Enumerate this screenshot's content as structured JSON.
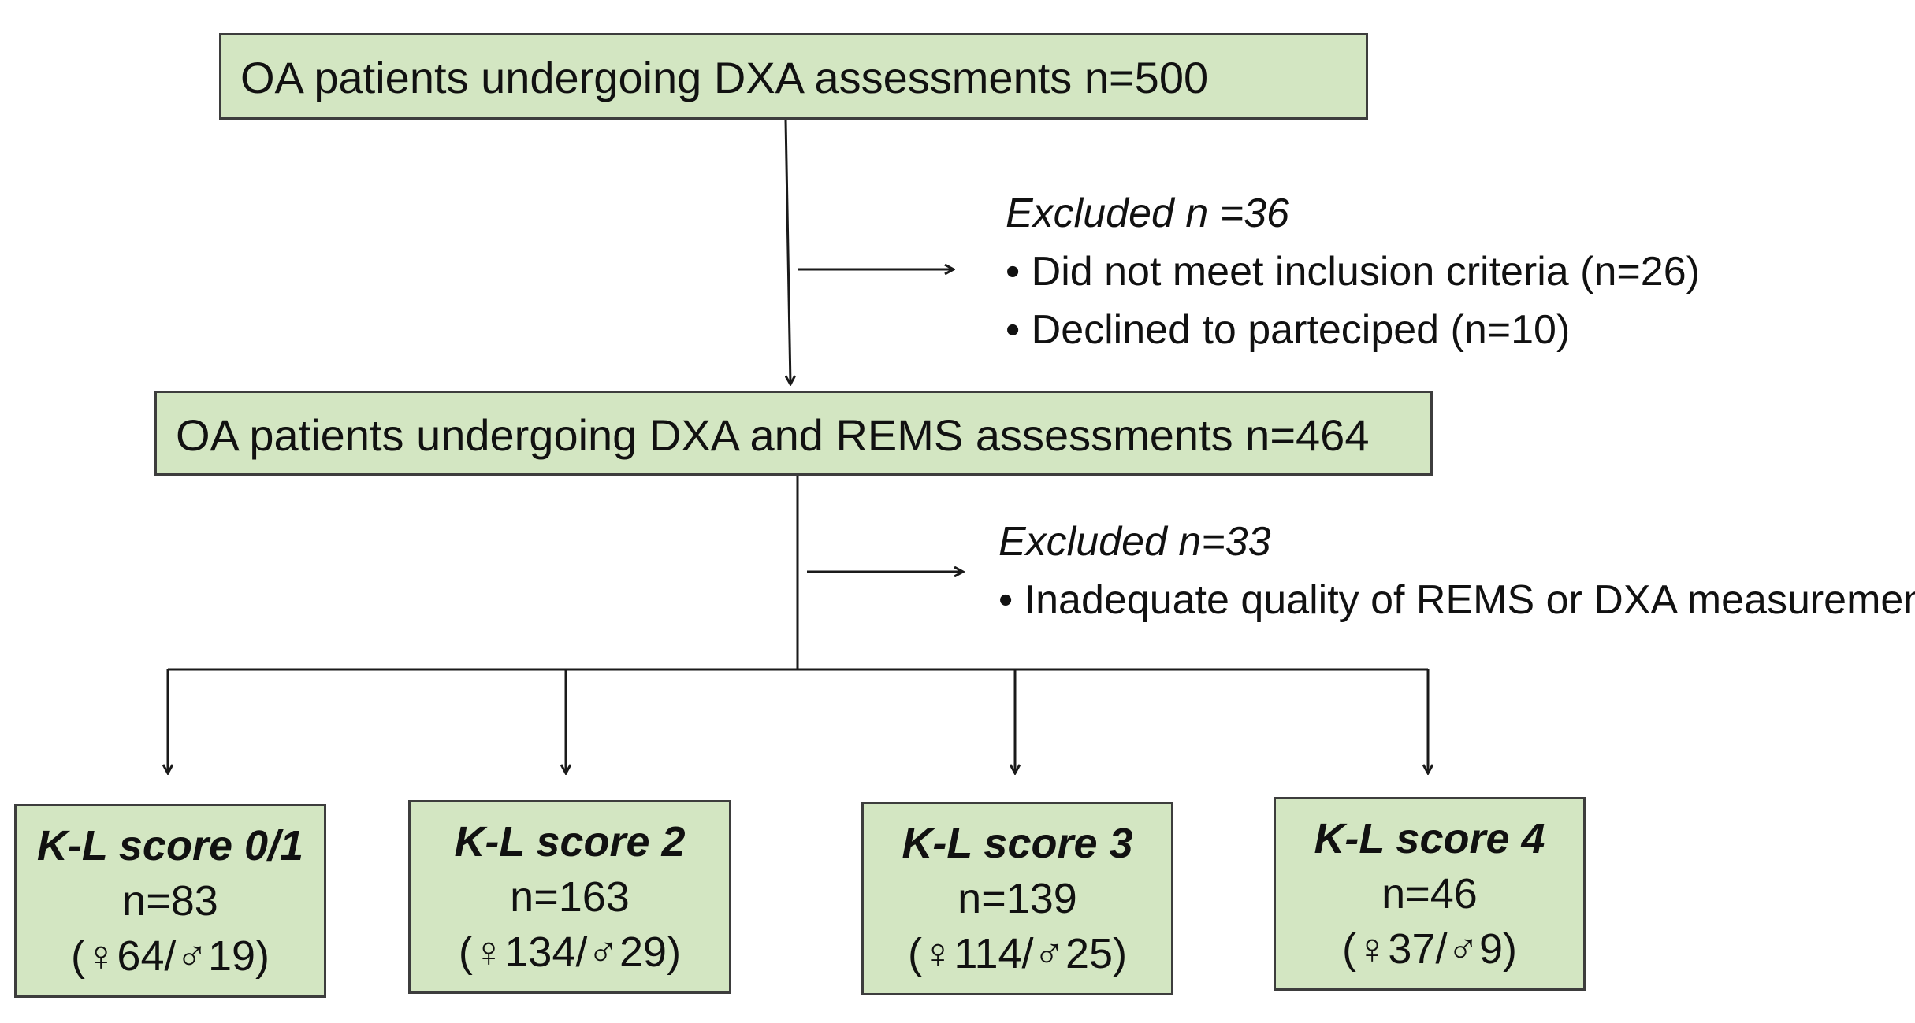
{
  "top_box": {
    "text": "OA patients undergoing DXA assessments n=500"
  },
  "mid_box": {
    "text": "OA patients undergoing DXA and REMS assessments n=464"
  },
  "exclusion_1": {
    "title": "Excluded n =36",
    "items": [
      "• Did not meet inclusion criteria (n=26)",
      "• Declined to parteciped (n=10)"
    ]
  },
  "exclusion_2": {
    "title": "Excluded n=33",
    "items": [
      "• Inadequate quality of REMS or DXA measurements"
    ]
  },
  "groups": [
    {
      "title": "K-L score 0/1",
      "n": "n=83",
      "sex": "(♀64/♂19)"
    },
    {
      "title": "K-L score 2",
      "n": "n=163",
      "sex": "(♀134/♂29)"
    },
    {
      "title": "K-L score 3",
      "n": "n=139",
      "sex": "(♀114/♂25)"
    },
    {
      "title": "K-L score 4",
      "n": "n=46",
      "sex": "(♀37/♂9)"
    }
  ],
  "colors": {
    "box_fill": "#d3e6c2",
    "box_border": "#3d3d3d",
    "line": "#1a1a1a"
  }
}
